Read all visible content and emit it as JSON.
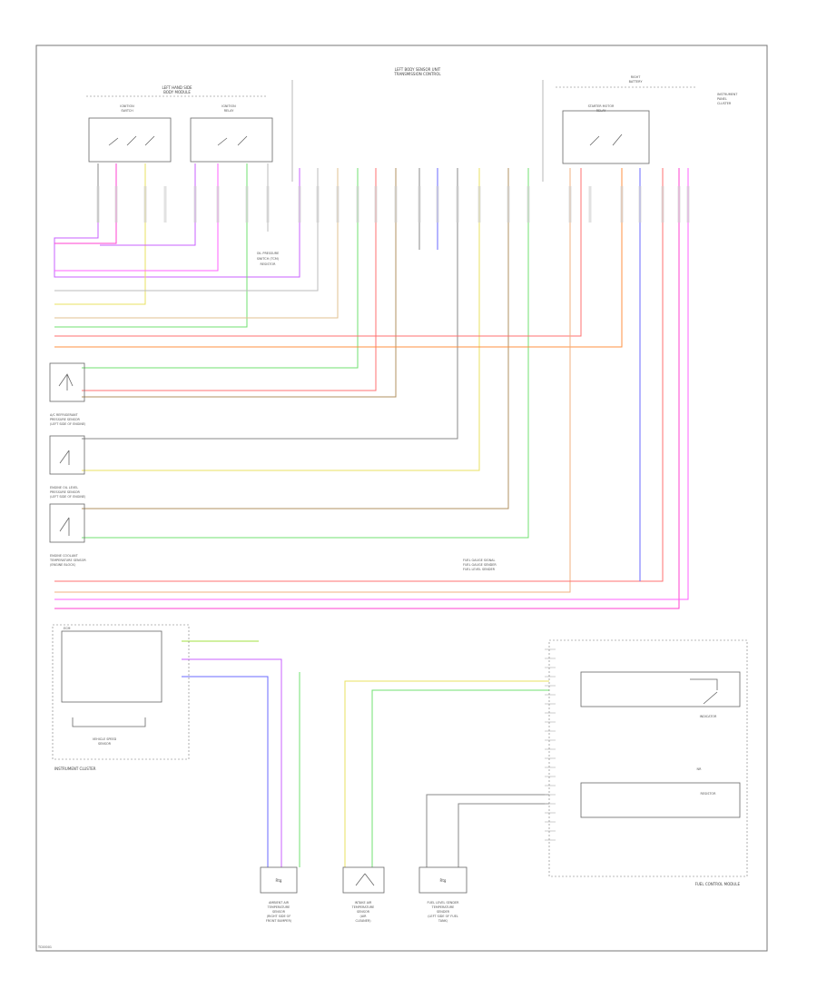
{
  "page": {
    "footer_code": "TC00001"
  },
  "wire_colors": {
    "violet": "#c860ff",
    "magenta": "#ff40d0",
    "yellow": "#e8e060",
    "green": "#70e070",
    "red": "#ff7070",
    "orange": "#ff9040",
    "brown": "#b09060",
    "tan": "#e0c090",
    "gray": "#888888",
    "blue": "#6a6aff",
    "lightgray": "#bbbbbb",
    "pink": "#ff60ff",
    "peach": "#f0b080",
    "lime": "#a0e040"
  },
  "components": {
    "lhs_module": "LEFT HAND SIDE",
    "lhs_module_2": "BODY MODULE",
    "ignition_switch": "IGNITION",
    "ignition_switch_2": "SWITCH",
    "ignition_relay": "IGNITION",
    "ignition_relay_2": "RELAY",
    "bcm_top": "LEFT BODY SENSOR UNIT",
    "bcm_top_2": "TRANSMISSION CONTROL",
    "starter_relay": "STARTER MOTOR",
    "starter_relay_2": "RELAY",
    "right_top": "RIGHT",
    "right_top_2": "BATTERY",
    "instrument_label": "INSTRUMENT",
    "instrument_label_2": "PANEL",
    "instrument_label_3": "CLUSTER",
    "oil_pressure": "OIL PRESSURE",
    "oil_pressure_2": "SWITCH (TCM)",
    "oil_pressure_3": "RESISTOR",
    "ac_refrigerant": "A/C REFRIGERANT",
    "ac_refrigerant_2": "PRESSURE SENSOR",
    "ac_refrigerant_3": "(LEFT SIDE OF ENGINE)",
    "engine_oil": "ENGINE OIL LEVEL",
    "engine_oil_2": "PRESSURE SENSOR",
    "engine_oil_3": "(LEFT SIDE OF ENGINE)",
    "engine_coolant": "ENGINE COOLANT",
    "engine_coolant_2": "TEMPERATURE SENSOR",
    "engine_coolant_3": "(ENGINE BLOCK)",
    "instrument_cluster": "INSTRUMENT CLUSTER",
    "vehicle_speed": "VEHICLE SPEED",
    "vehicle_speed_2": "SENSOR",
    "ecm_label": "ECM",
    "fuel_module": "FUEL CONTROL MODULE",
    "ambient_air": "AMBIENT AIR",
    "ambient_air_2": "TEMPERATURE",
    "ambient_air_3": "SENSOR",
    "ambient_air_4": "(RIGHT SIDE OF",
    "ambient_air_5": "FRONT BUMPER)",
    "intake_air": "INTAKE AIR",
    "intake_air_2": "TEMPERATURE",
    "intake_air_3": "SENSOR",
    "intake_air_4": "(AIR",
    "intake_air_5": "CLEANER)",
    "fuel_level": "FUEL LEVEL SENDER",
    "fuel_level_2": "TEMPERATURE",
    "fuel_level_3": "SENDER",
    "fuel_level_4": "(LEFT SIDE OF FUEL",
    "fuel_level_5": "TANK)",
    "signal_label": "FUEL GAUGE SIGNAL",
    "signal_label_2": "FUEL GAUGE SENDER",
    "signal_label_3": "FUEL LEVEL SENDER",
    "indicator": "INDICATOR",
    "rl": "RESISTOR",
    "rl_2": "NR"
  }
}
